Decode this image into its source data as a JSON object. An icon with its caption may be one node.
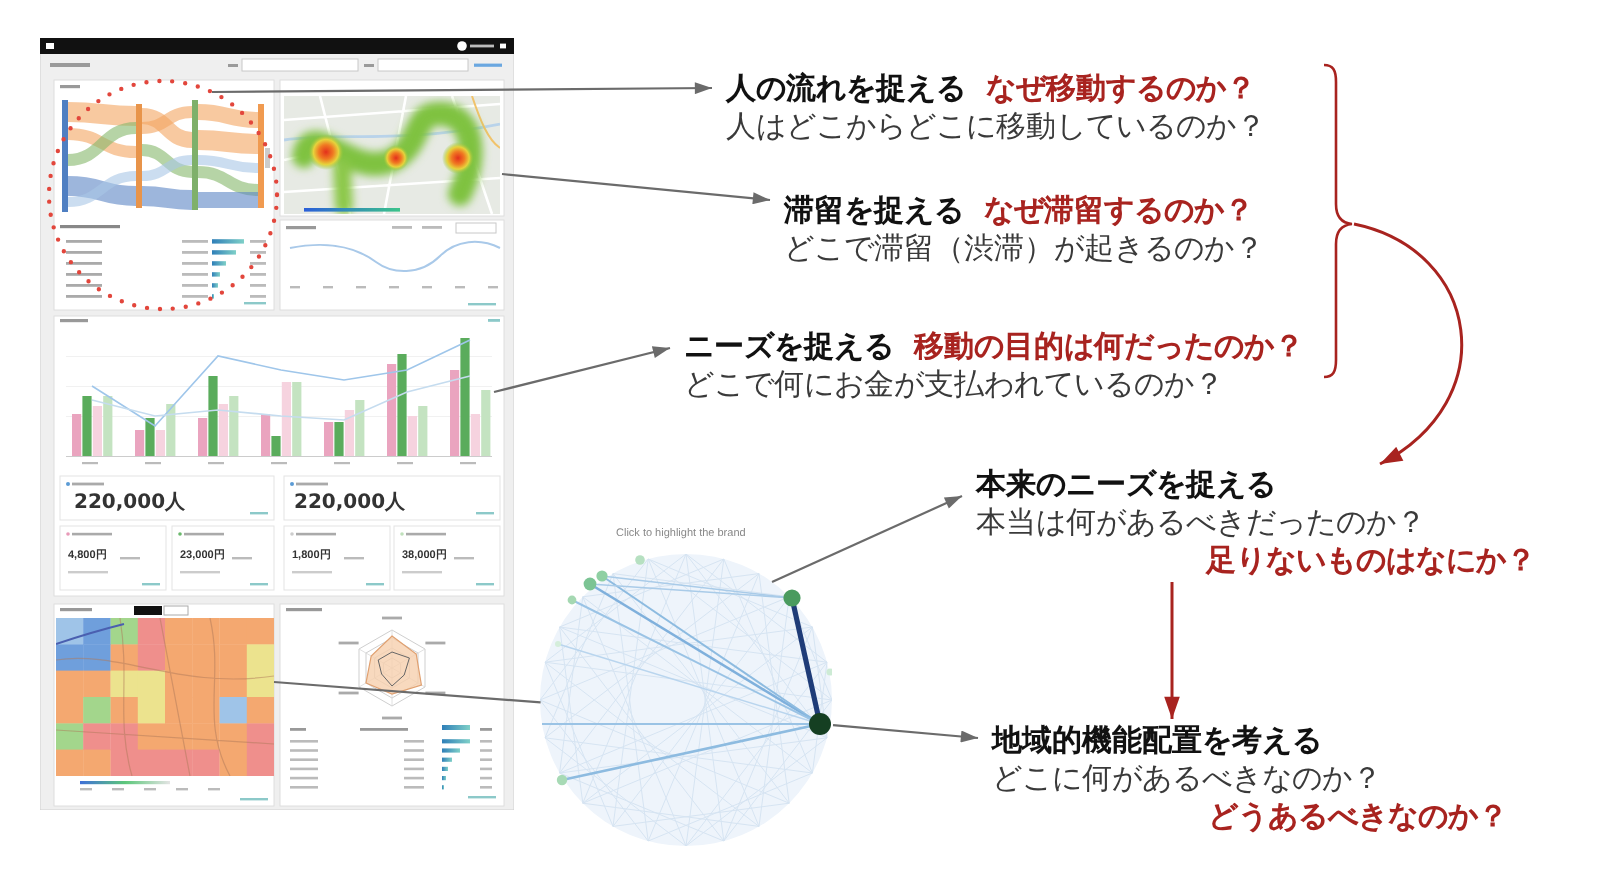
{
  "diagram": {
    "nodes": [
      {
        "text": [],
        "shape": "picture"
      },
      {
        "text": [],
        "shape": "circle",
        "in": 0
      },
      {
        "text": [],
        "shape": "picture",
        "in": 0
      },
      {
        "text": [],
        "shape": "picture",
        "in": 0
      },
      {
        "text": [],
        "shape": "picture",
        "in": 0
      },
      {
        "text": [],
        "shape": "picture"
      },
      {
        "text": [
          "人の流れを捉える",
          "なぜ移動するのか？",
          "人はどこからどこに移動しているのか？"
        ]
      },
      {
        "text": [
          "滞留を捉える",
          "なぜ滞留するのか？",
          "どこで滞留（渋滞）が起きるのか？"
        ]
      },
      {
        "text": [
          "ニーズを捉える",
          "移動の目的は何だったのか？",
          "どこで何にお金が支払われているのか？"
        ]
      },
      {
        "text": [],
        "shape": "brace"
      },
      {
        "text": [
          "本来のニーズを捉える",
          "本当は何があるべきだったのか？",
          "足りないものはなにか？"
        ]
      },
      {
        "text": [
          "地域的機能配置を考える",
          "どこに何があるべきなのか？",
          "どうあるべきなのか？"
        ]
      }
    ],
    "edges": [
      {
        "from": 1,
        "to": 6,
        "arrow": "to"
      },
      {
        "from": 2,
        "to": 7,
        "arrow": "to"
      },
      {
        "from": 3,
        "to": 8,
        "arrow": "to"
      },
      {
        "from": 9,
        "to": 10,
        "arrow": "to",
        "color": "#a8231f"
      },
      {
        "from": 5,
        "to": 10,
        "arrow": "to"
      },
      {
        "from": 10,
        "to": 11,
        "arrow": "to",
        "color": "#a8231f"
      },
      {
        "from": 4,
        "to": 5,
        "arrow": "none"
      },
      {
        "from": 5,
        "to": 11,
        "arrow": "to"
      }
    ],
    "labels": [
      "220,000人",
      "220,000人",
      "4,800円",
      "23,000円",
      "1,800円",
      "38,000円",
      "Click to highlight the brand"
    ]
  }
}
